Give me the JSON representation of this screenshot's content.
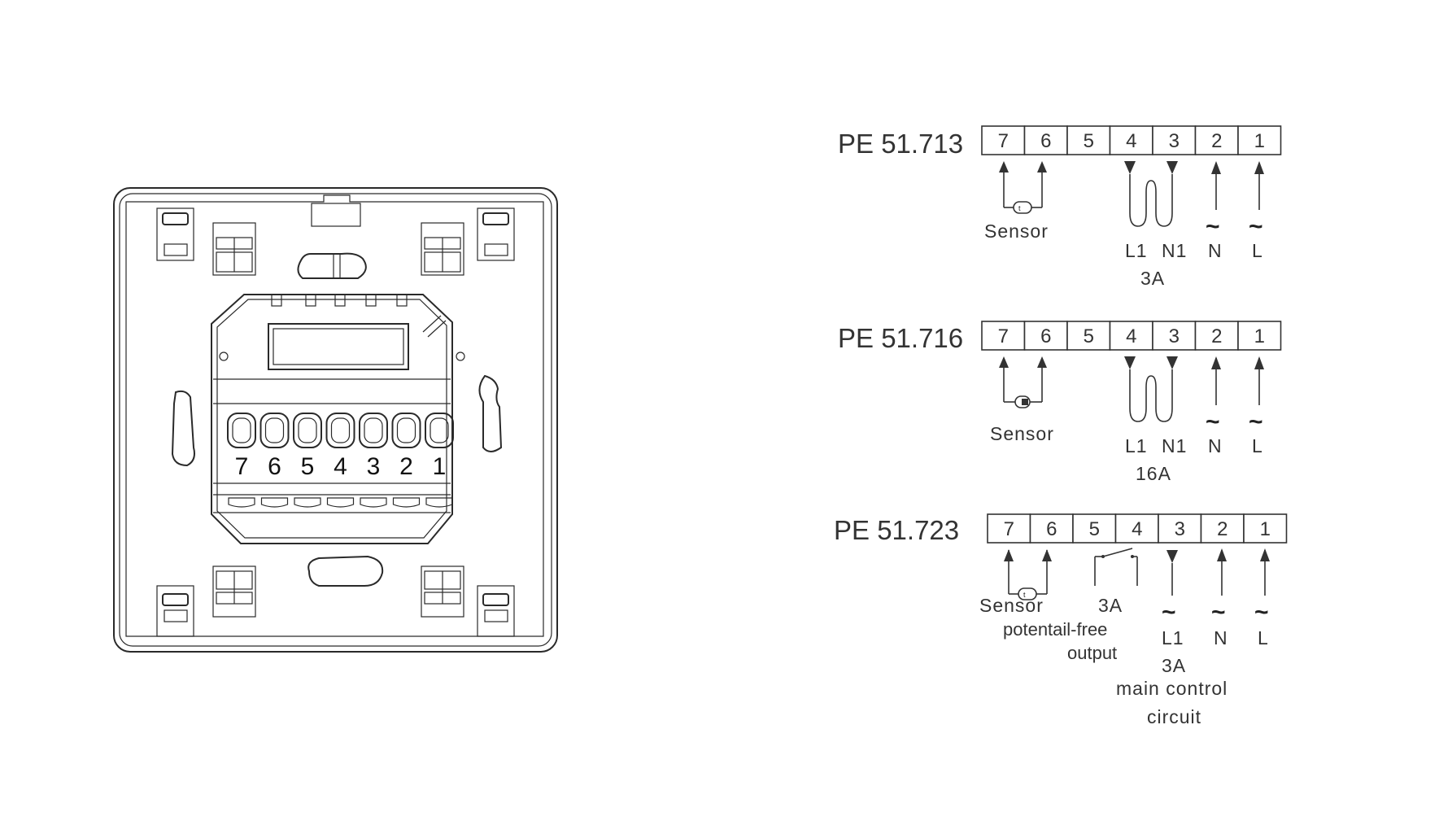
{
  "device": {
    "terminal_numbers": [
      "7",
      "6",
      "5",
      "4",
      "3",
      "2",
      "1"
    ]
  },
  "diagrams": [
    {
      "model": "PE 51.713",
      "cells": [
        "7",
        "6",
        "5",
        "4",
        "3",
        "2",
        "1"
      ],
      "sensor_label": "Sensor",
      "load_labels": [
        "L1",
        "N1"
      ],
      "load_rating": "3A",
      "supply_symbols": [
        "~",
        "~"
      ],
      "supply_labels": [
        "N",
        "L"
      ]
    },
    {
      "model": "PE 51.716",
      "cells": [
        "7",
        "6",
        "5",
        "4",
        "3",
        "2",
        "1"
      ],
      "sensor_label": "Sensor",
      "load_labels": [
        "L1",
        "N1"
      ],
      "load_rating": "16A",
      "supply_symbols": [
        "~",
        "~"
      ],
      "supply_labels": [
        "N",
        "L"
      ]
    },
    {
      "model": "PE 51.723",
      "cells": [
        "7",
        "6",
        "5",
        "4",
        "3",
        "2",
        "1"
      ],
      "sensor_label": "Sensor",
      "output_rating": "3A",
      "output_label_line1": "potentail-free",
      "output_label_line2": "output",
      "supply_symbols": [
        "~",
        "~",
        "~"
      ],
      "supply_labels": [
        "L1",
        "N",
        "L"
      ],
      "main_rating": "3A",
      "main_label_line1": "main control",
      "main_label_line2": "circuit"
    }
  ]
}
